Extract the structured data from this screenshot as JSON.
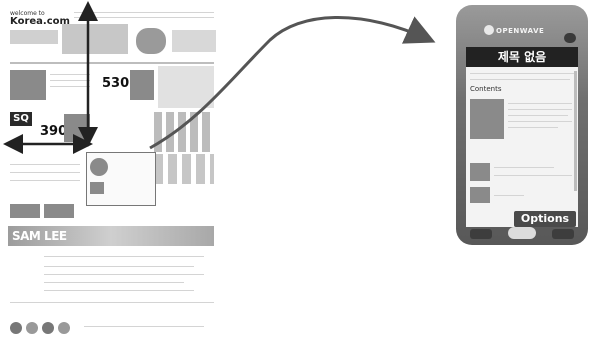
{
  "webpage": {
    "logo_text": "Korea.com",
    "measure_horizontal": "390",
    "measure_vertical": "530",
    "sq_label": "SQ",
    "banner_text": "SAM LEE"
  },
  "phone": {
    "brand": "OPENWAVE",
    "title": "제목 없음",
    "section_label": "Contents",
    "softkey_options": "Options"
  },
  "colors": {
    "arrow": "#555555",
    "phone_dark": "#222222"
  }
}
